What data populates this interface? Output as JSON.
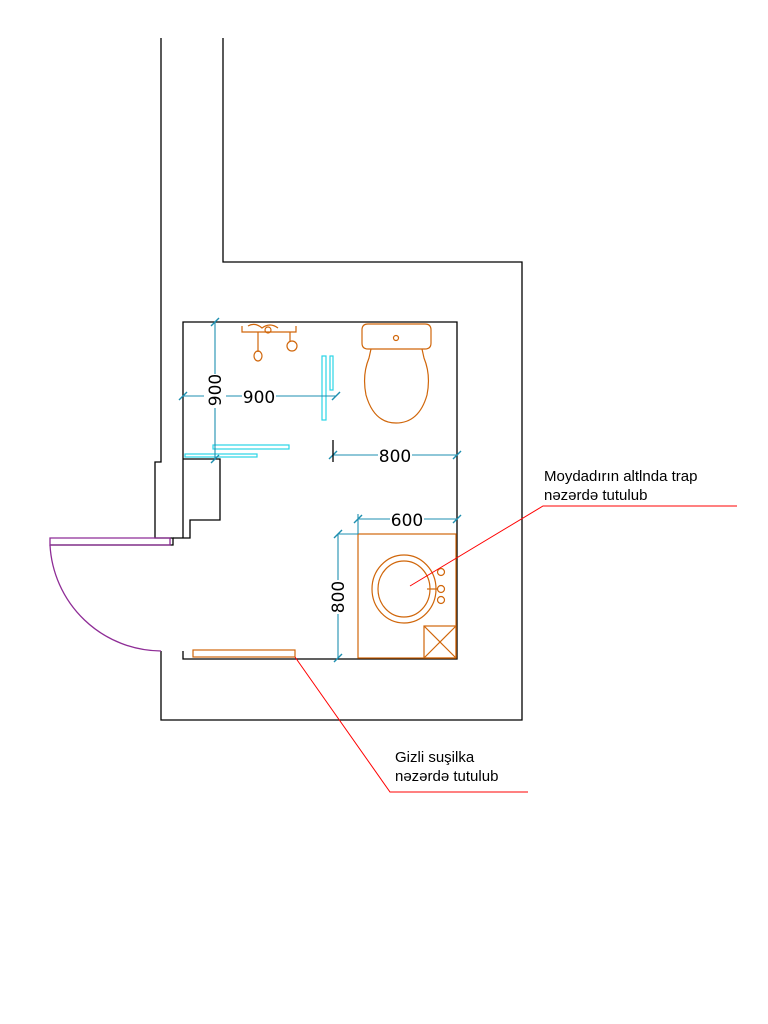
{
  "dimensions": {
    "shower_width": "900",
    "shower_depth": "900",
    "toilet_zone": "800",
    "vanity_width": "600",
    "vanity_depth": "800"
  },
  "notes": {
    "sink_trap_line1": "Moydadırın altlnda trap",
    "sink_trap_line2": "nəzərdə tutulub",
    "towel_dryer_line1": "Gizli suşilka",
    "towel_dryer_line2": "nəzərdə tutulub"
  },
  "colors": {
    "wall": "#000000",
    "dimension": "#1e8fb0",
    "fixture": "#d0660a",
    "glass": "#2ad4e6",
    "leader": "#ff0000",
    "door": "#8e2c96"
  }
}
